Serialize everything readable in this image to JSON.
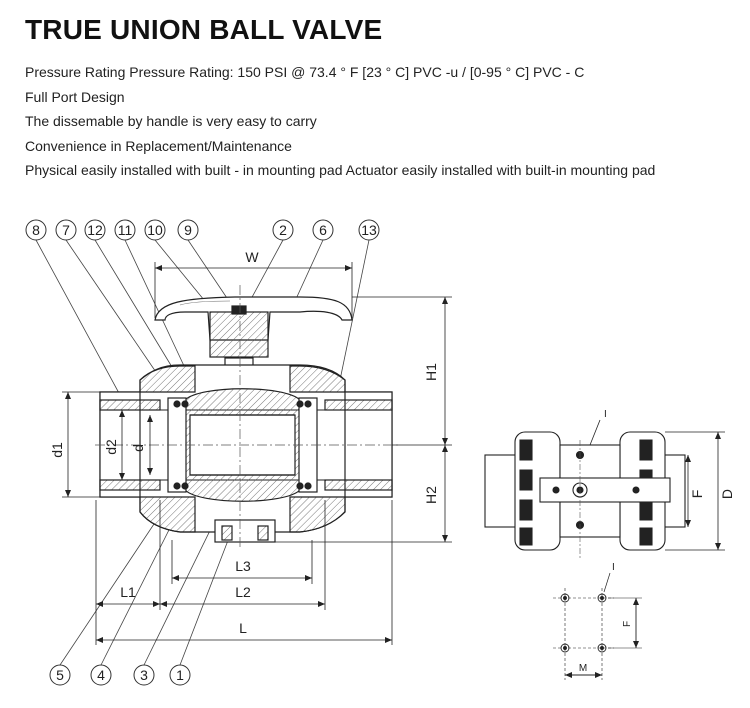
{
  "title": "TRUE UNION BALL VALVE",
  "features": [
    "Pressure Rating Pressure Rating: 150 PSI @ 73.4 ° F [23 ° C] PVC -u / [0-95 ° C] PVC - C",
    "Full Port Design",
    "The dissemable by handle is very easy to carry",
    "Convenience in Replacement/Maintenance",
    "Physical easily installed with built - in mounting pad Actuator easily installed with built-in mounting pad"
  ],
  "part_numbers_top": [
    "8",
    "7",
    "12",
    "11",
    "10",
    "9",
    "2",
    "6",
    "13"
  ],
  "part_numbers_bottom": [
    "5",
    "4",
    "3",
    "1"
  ],
  "dimensions": {
    "W": "W",
    "H1": "H1",
    "H2": "H2",
    "d1": "d1",
    "d2": "d2",
    "d": "d",
    "L1": "L1",
    "L2": "L2",
    "L3": "L3",
    "L": "L",
    "D": "D",
    "F": "F",
    "M": "M",
    "I": "I"
  }
}
